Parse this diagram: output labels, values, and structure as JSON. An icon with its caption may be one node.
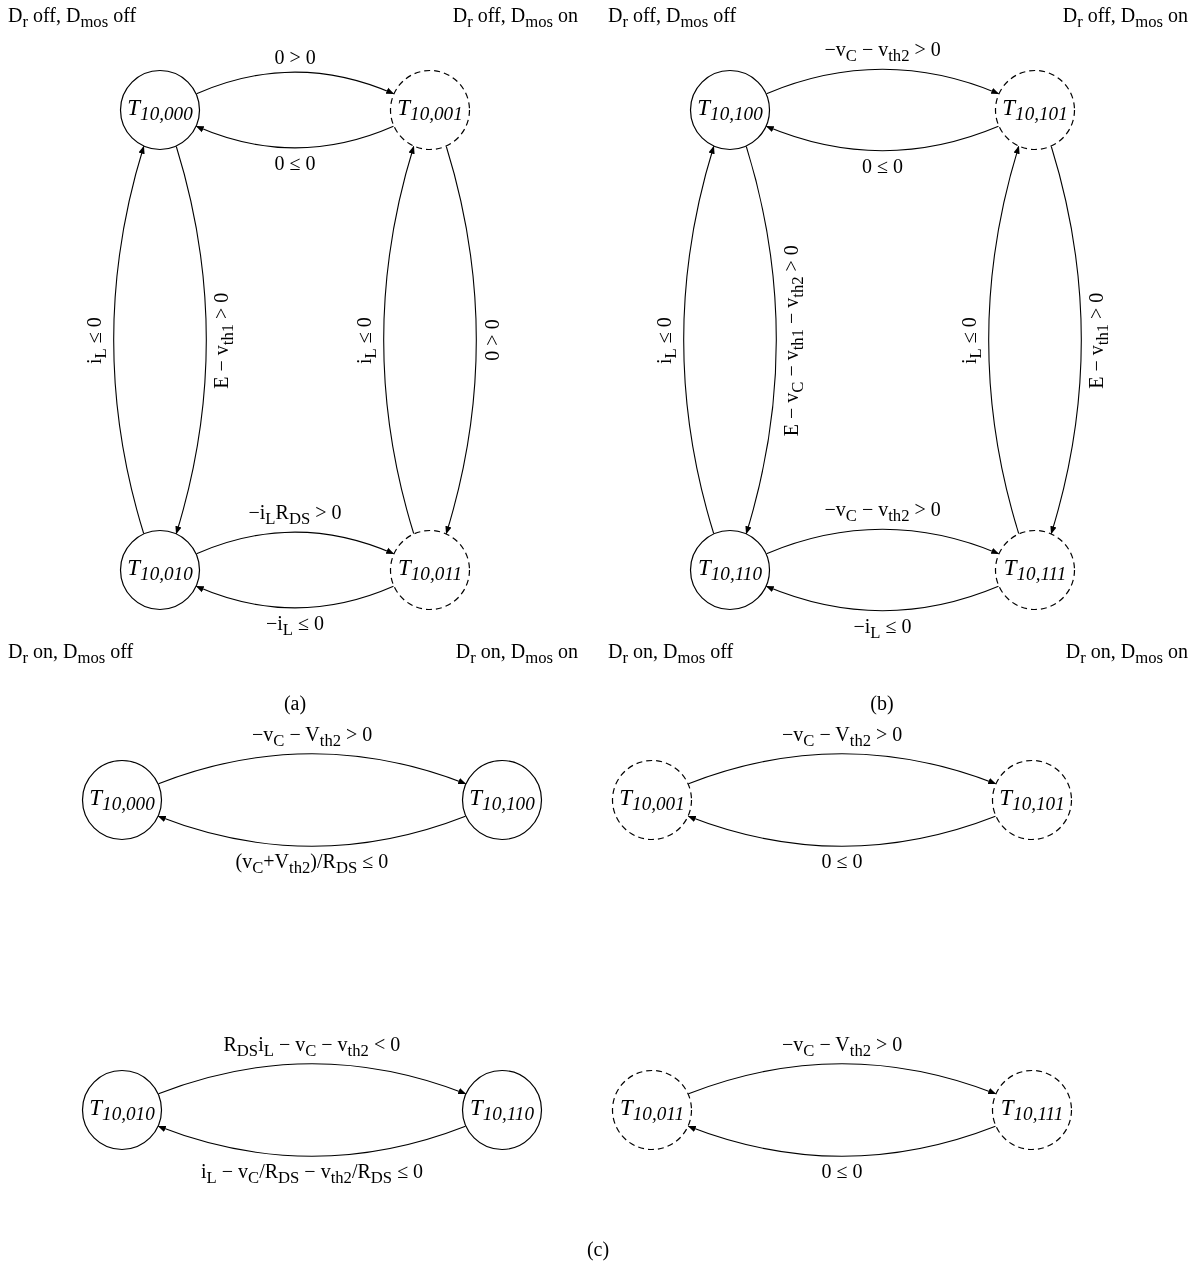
{
  "diagram": {
    "nodes": [
      {
        "text": [
          "T$_{10,000}$"
        ],
        "beside": [
          "D$_{r}$ off, D$_{mos}$ off"
        ]
      },
      {
        "text": [
          "T$_{10,001}$"
        ],
        "beside": [
          "D$_{r}$ off, D$_{mos}$ on"
        ]
      },
      {
        "text": [
          "T$_{10,010}$"
        ],
        "beside": [
          "D$_{r}$ on, D$_{mos}$ off"
        ]
      },
      {
        "text": [
          "T$_{10,011}$"
        ],
        "beside": [
          "D$_{r}$ on, D$_{mos}$ on"
        ]
      },
      {
        "text": [
          "T$_{10,100}$"
        ],
        "beside": [
          "D$_{r}$ off, D$_{mos}$ off"
        ]
      },
      {
        "text": [
          "T$_{10,101}$"
        ],
        "beside": [
          "D$_{r}$ off, D$_{mos}$ on"
        ]
      },
      {
        "text": [
          "T$_{10,110}$"
        ],
        "beside": [
          "D$_{r}$ on, D$_{mos}$ off"
        ]
      },
      {
        "text": [
          "T$_{10,111}$"
        ],
        "beside": [
          "D$_{r}$ on, D$_{mos}$ on"
        ]
      },
      {
        "text": [
          "T$_{10,000}$"
        ]
      },
      {
        "text": [
          "T$_{10,100}$"
        ]
      },
      {
        "text": [
          "T$_{10,001}$"
        ]
      },
      {
        "text": [
          "T$_{10,101}$"
        ]
      },
      {
        "text": [
          "T$_{10,010}$"
        ]
      },
      {
        "text": [
          "T$_{10,110}$"
        ]
      },
      {
        "text": [
          "T$_{10,011}$"
        ]
      },
      {
        "text": [
          "T$_{10,111}$"
        ]
      }
    ],
    "edges": [
      {
        "from": 0,
        "to": 1,
        "arrow": "to",
        "label": "0 > 0"
      },
      {
        "from": 1,
        "to": 0,
        "arrow": "to",
        "label": "0 ≤ 0"
      },
      {
        "from": 0,
        "to": 2,
        "arrow": "to",
        "label": "E − v$_{th1}$ > 0"
      },
      {
        "from": 2,
        "to": 0,
        "arrow": "to",
        "label": "i$_{L}$ ≤ 0"
      },
      {
        "from": 1,
        "to": 3,
        "arrow": "to",
        "label": "0 > 0"
      },
      {
        "from": 3,
        "to": 1,
        "arrow": "to",
        "label": "i$_{L}$ ≤ 0"
      },
      {
        "from": 2,
        "to": 3,
        "arrow": "to",
        "label": "−i$_{L}$R$_{DS}$ > 0"
      },
      {
        "from": 3,
        "to": 2,
        "arrow": "to",
        "label": "−i$_{L}$ ≤ 0"
      },
      {
        "from": 4,
        "to": 5,
        "arrow": "to",
        "label": "−v$_{C}$ − v$_{th2}$ > 0"
      },
      {
        "from": 5,
        "to": 4,
        "arrow": "to",
        "label": "0 ≤ 0"
      },
      {
        "from": 4,
        "to": 6,
        "arrow": "to",
        "label": "E − v$_{C}$ − v$_{th1}$ − v$_{th2}$ > 0"
      },
      {
        "from": 6,
        "to": 4,
        "arrow": "to",
        "label": "i$_{L}$ ≤ 0"
      },
      {
        "from": 5,
        "to": 7,
        "arrow": "to",
        "label": "E − v$_{th1}$ > 0"
      },
      {
        "from": 7,
        "to": 5,
        "arrow": "to",
        "label": "i$_{L}$ ≤ 0"
      },
      {
        "from": 6,
        "to": 7,
        "arrow": "to",
        "label": "−v$_{C}$ − v$_{th2}$ > 0"
      },
      {
        "from": 7,
        "to": 6,
        "arrow": "to",
        "label": "−i$_{L}$ ≤ 0"
      },
      {
        "from": 8,
        "to": 9,
        "arrow": "to",
        "label": "−v$_{C}$ − V$_{th2}$ > 0"
      },
      {
        "from": 9,
        "to": 8,
        "arrow": "to",
        "label": "(v$_{C}$+V$_{th2}$)/R$_{DS}$ ≤ 0"
      },
      {
        "from": 10,
        "to": 11,
        "arrow": "to",
        "label": "−v$_{C}$ − V$_{th2}$ > 0"
      },
      {
        "from": 11,
        "to": 10,
        "arrow": "to",
        "label": "0 ≤ 0"
      },
      {
        "from": 12,
        "to": 13,
        "arrow": "to",
        "label": "R$_{DS}$i$_{L}$ − v$_{C}$ − v$_{th2}$ < 0"
      },
      {
        "from": 13,
        "to": 12,
        "arrow": "to",
        "label": "i$_{L}$ − v$_{C}$/R$_{DS}$ − v$_{th2}$/R$_{DS}$ ≤ 0"
      },
      {
        "from": 14,
        "to": 15,
        "arrow": "to",
        "label": "−v$_{C}$ − V$_{th2}$ > 0"
      },
      {
        "from": 15,
        "to": 14,
        "arrow": "to",
        "label": "0 ≤ 0"
      }
    ],
    "labels": [
      "(a)",
      "(b)",
      "(c)"
    ]
  }
}
